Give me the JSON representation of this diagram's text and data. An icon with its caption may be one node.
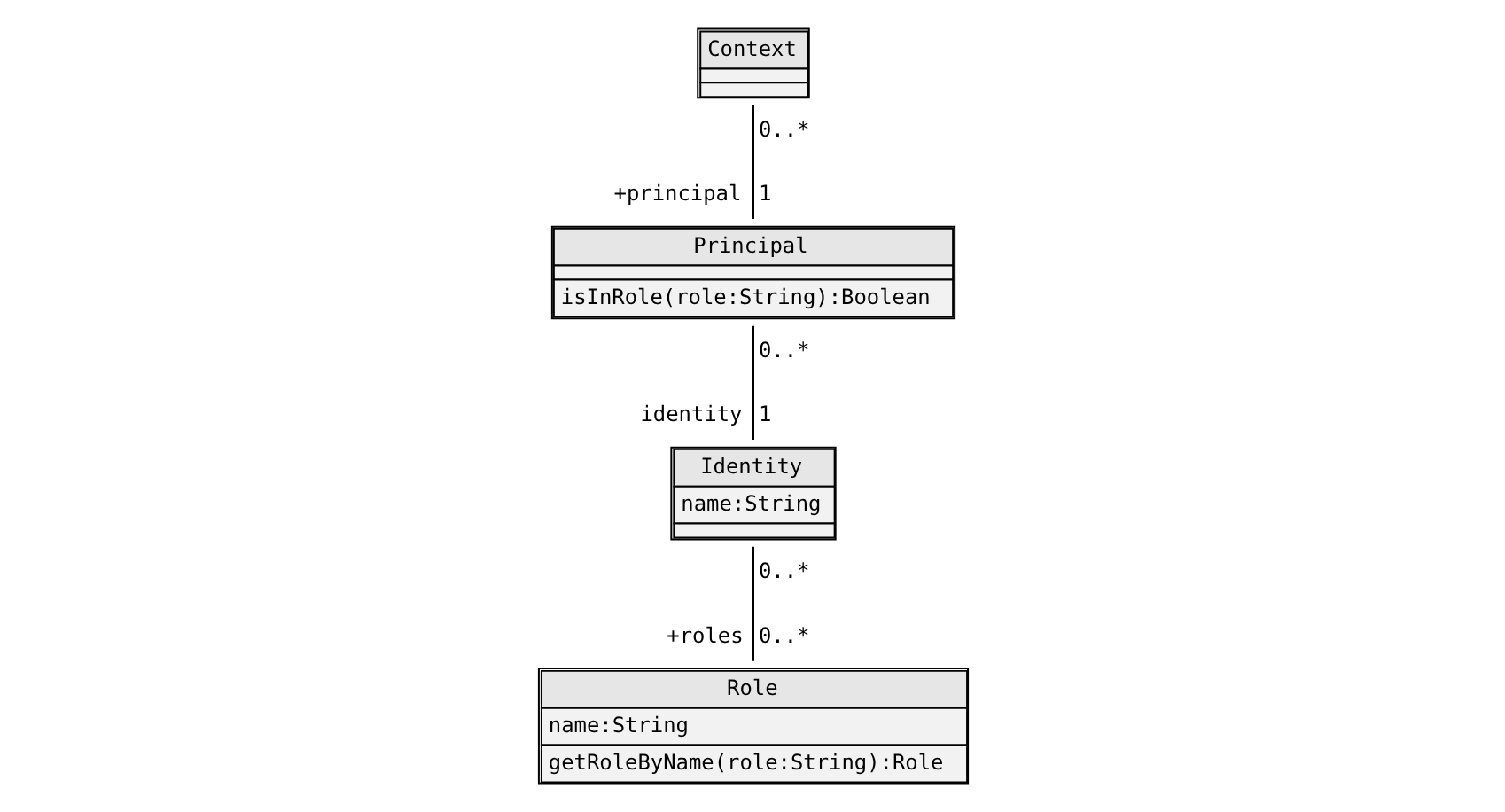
{
  "diagram": {
    "nodes": [
      {
        "text": [
          "Context"
        ]
      },
      {
        "text": [
          "Principal",
          "isInRole(role:String):Boolean"
        ]
      },
      {
        "text": [
          "Identity",
          "name:String"
        ]
      },
      {
        "text": [
          "Role",
          "name:String",
          "getRoleByName(role:String):Role"
        ]
      }
    ],
    "edges": [
      {
        "from": 0,
        "to": 1,
        "arrow": "none"
      },
      {
        "from": 1,
        "to": 2,
        "arrow": "none"
      },
      {
        "from": 2,
        "to": 3,
        "arrow": "none"
      }
    ],
    "labels": [
      "0..*",
      "+principal",
      "1",
      "0..*",
      "identity",
      "1",
      "0..*",
      "+roles",
      "0..*"
    ]
  }
}
